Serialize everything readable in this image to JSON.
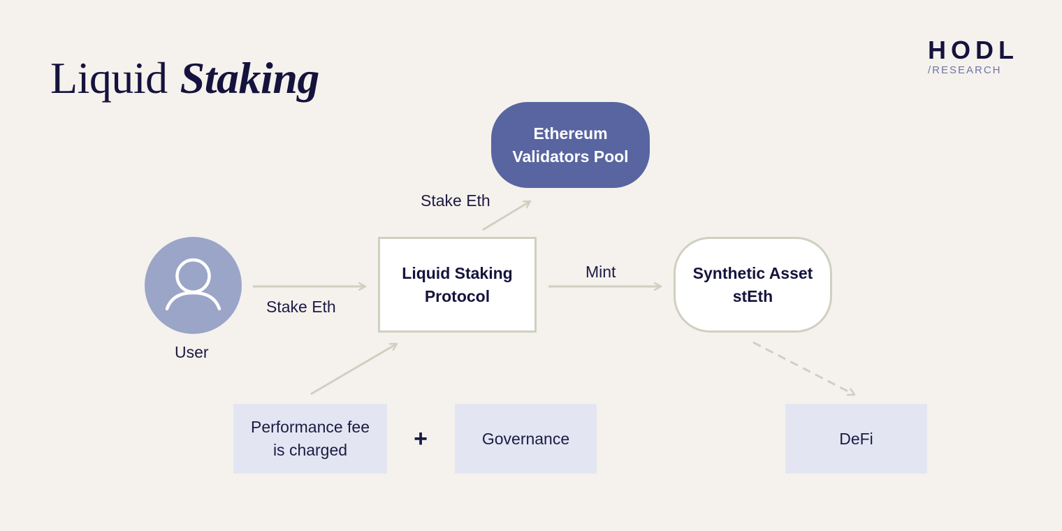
{
  "title": {
    "light": "Liquid",
    "strong": "Staking"
  },
  "logo": {
    "brand": "HODL",
    "sub": "/RESEARCH"
  },
  "nodes": {
    "validators": {
      "line1": "Ethereum",
      "line2": "Validators Pool"
    },
    "protocol": {
      "line1": "Liquid Staking",
      "line2": "Protocol"
    },
    "synthetic": {
      "line1": "Synthetic Asset",
      "line2": "stEth"
    },
    "user": {
      "label": "User"
    }
  },
  "edges": {
    "user_to_protocol": "Stake Eth",
    "protocol_to_validators": "Stake Eth",
    "protocol_to_synthetic": "Mint"
  },
  "boxes": {
    "fee": {
      "line1": "Performance fee",
      "line2": "is charged"
    },
    "plus": "+",
    "governance": "Governance",
    "defi": "DeFi"
  },
  "colors": {
    "background": "#f5f2ed",
    "navy": "#15133d",
    "validators_fill": "#5865a0",
    "user_fill": "#9aa5c8",
    "box_fill": "#e3e6f2",
    "arrow": "#cfd0c0",
    "logo_sub": "#6f73a8"
  },
  "icons": {
    "user": "user-icon"
  }
}
